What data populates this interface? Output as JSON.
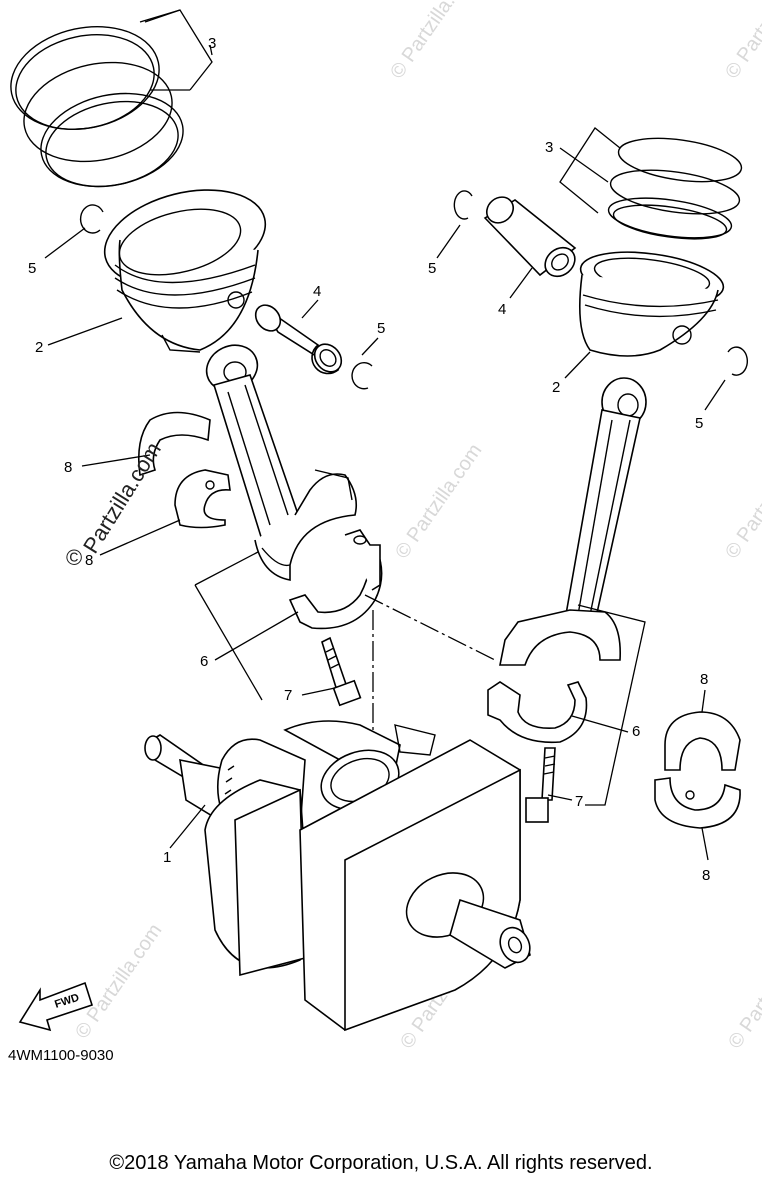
{
  "diagram": {
    "callouts": {
      "c1": "1",
      "c2a": "2",
      "c2b": "2",
      "c3a": "3",
      "c3b": "3",
      "c4a": "4",
      "c4b": "4",
      "c5a": "5",
      "c5b": "5",
      "c5c": "5",
      "c5d": "5",
      "c6a": "6",
      "c6b": "6",
      "c7a": "7",
      "c7b": "7",
      "c8a": "8",
      "c8b": "8",
      "c8c": "8",
      "c8d": "8"
    },
    "watermark_main": "Partzilla.com",
    "watermark_copy": "©",
    "watermark_faint": "© Partzilla.com",
    "fwd_label": "FWD",
    "diagram_code": "4WM1100-9030"
  },
  "footer": {
    "copyright": "©2018  Yamaha Motor Corporation, U.S.A. All rights reserved."
  }
}
